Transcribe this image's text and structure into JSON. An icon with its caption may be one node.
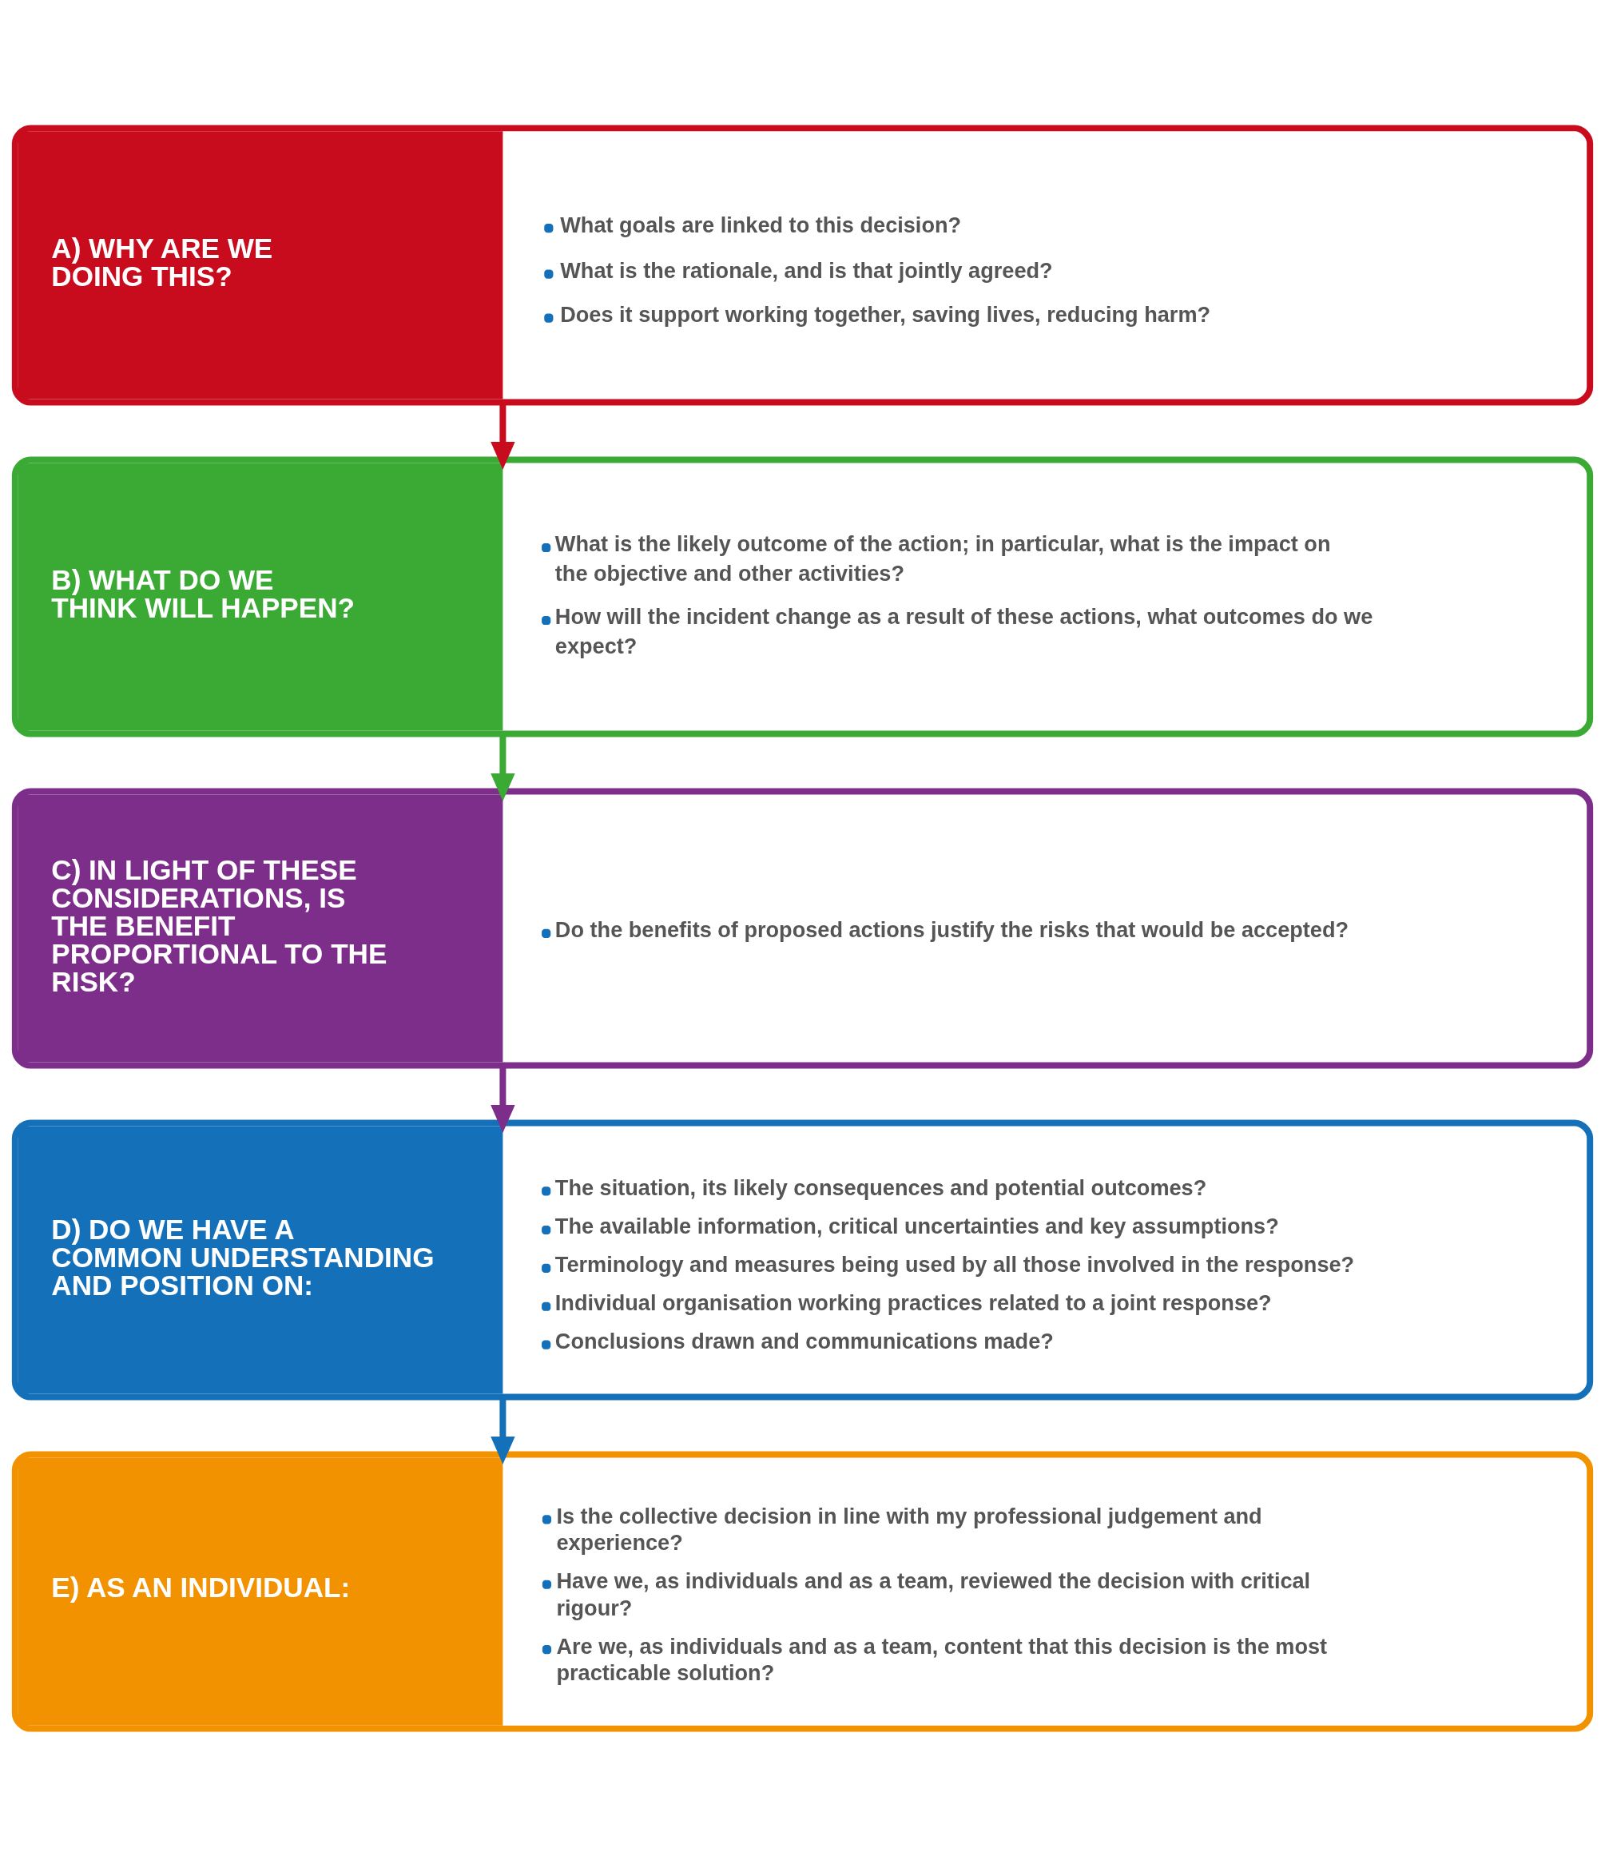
{
  "diagram": {
    "nodes": [
      {
        "text": [
          "A) WHY ARE WE DOING THIS?",
          "What goals are linked to this decision?",
          "What is the rationale, and is that jointly agreed?",
          "Does it support working together, saving lives, reducing harm?"
        ]
      },
      {
        "text": [
          "B) WHAT DO WE THINK WILL HAPPEN?",
          "What is the likely outcome of the action; in particular, what is the impact on the objective and other activities?",
          "How will the incident change as a result of these actions, what outcomes do we expect?"
        ]
      },
      {
        "text": [
          "C) IN LIGHT OF THESE CONSIDERATIONS, IS THE BENEFIT PROPORTIONAL TO THE RISK?",
          "Do the benefits of proposed actions justify the risks that would be accepted?"
        ]
      },
      {
        "text": [
          "D) DO WE HAVE A COMMON UNDERSTANDING AND POSITION ON:",
          "The situation, its likely consequences and potential outcomes?",
          "The available information, critical uncertainties and key assumptions?",
          "Terminology and measures being used by all those involved in the response?",
          "Individual organisation working practices related to a joint response?",
          "Conclusions drawn and communications made?"
        ]
      },
      {
        "text": [
          "E) AS AN INDIVIDUAL:",
          "Is the collective decision in line with my professional judgement and experience?",
          "Have we, as individuals and as a team, reviewed the decision with critical rigour?",
          "Are we, as individuals and as a team, content that this decision is the most practicable solution?"
        ]
      }
    ],
    "edges": [
      {
        "from": 0,
        "to": 1,
        "arrow": "to",
        "color": "#c80c1e"
      },
      {
        "from": 1,
        "to": 2,
        "arrow": "to",
        "color": "#3aaa35"
      },
      {
        "from": 2,
        "to": 3,
        "arrow": "to",
        "color": "#7d2e8a"
      },
      {
        "from": 3,
        "to": 4,
        "arrow": "to",
        "color": "#1470b8"
      }
    ]
  }
}
